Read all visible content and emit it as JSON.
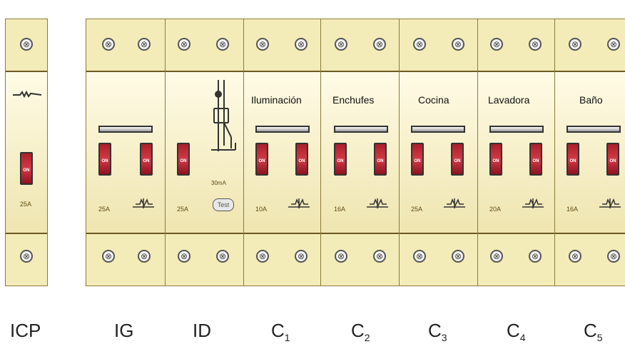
{
  "icp": {
    "label": "ICP",
    "rating": "25A",
    "switch_text": "ON"
  },
  "ig": {
    "label": "IG",
    "rating": "25A",
    "switch_text": "ON"
  },
  "id": {
    "label": "ID",
    "rating": "25A",
    "sensitivity": "30mA",
    "test_label": "Test",
    "switch_text": "ON"
  },
  "circuits": [
    {
      "id": "c1",
      "name": "Iluminación",
      "rating": "10A",
      "label": "C",
      "sub": "1",
      "switch_text": "ON"
    },
    {
      "id": "c2",
      "name": "Enchufes",
      "rating": "16A",
      "label": "C",
      "sub": "2",
      "switch_text": "ON"
    },
    {
      "id": "c3",
      "name": "Cocina",
      "rating": "25A",
      "label": "C",
      "sub": "3",
      "switch_text": "ON"
    },
    {
      "id": "c4",
      "name": "Lavadora",
      "rating": "20A",
      "label": "C",
      "sub": "4",
      "switch_text": "ON"
    },
    {
      "id": "c5",
      "name": "Baño",
      "rating": "16A",
      "label": "C",
      "sub": "5",
      "switch_text": "ON"
    }
  ],
  "colors": {
    "module_body": "#f6f0c4",
    "switch_red": "#c0202c",
    "border_dark": "#333333"
  },
  "icons": {
    "screw": "screw-icon",
    "trip": "thermal-magnetic-trip-icon",
    "differential": "differential-schematic-icon"
  }
}
